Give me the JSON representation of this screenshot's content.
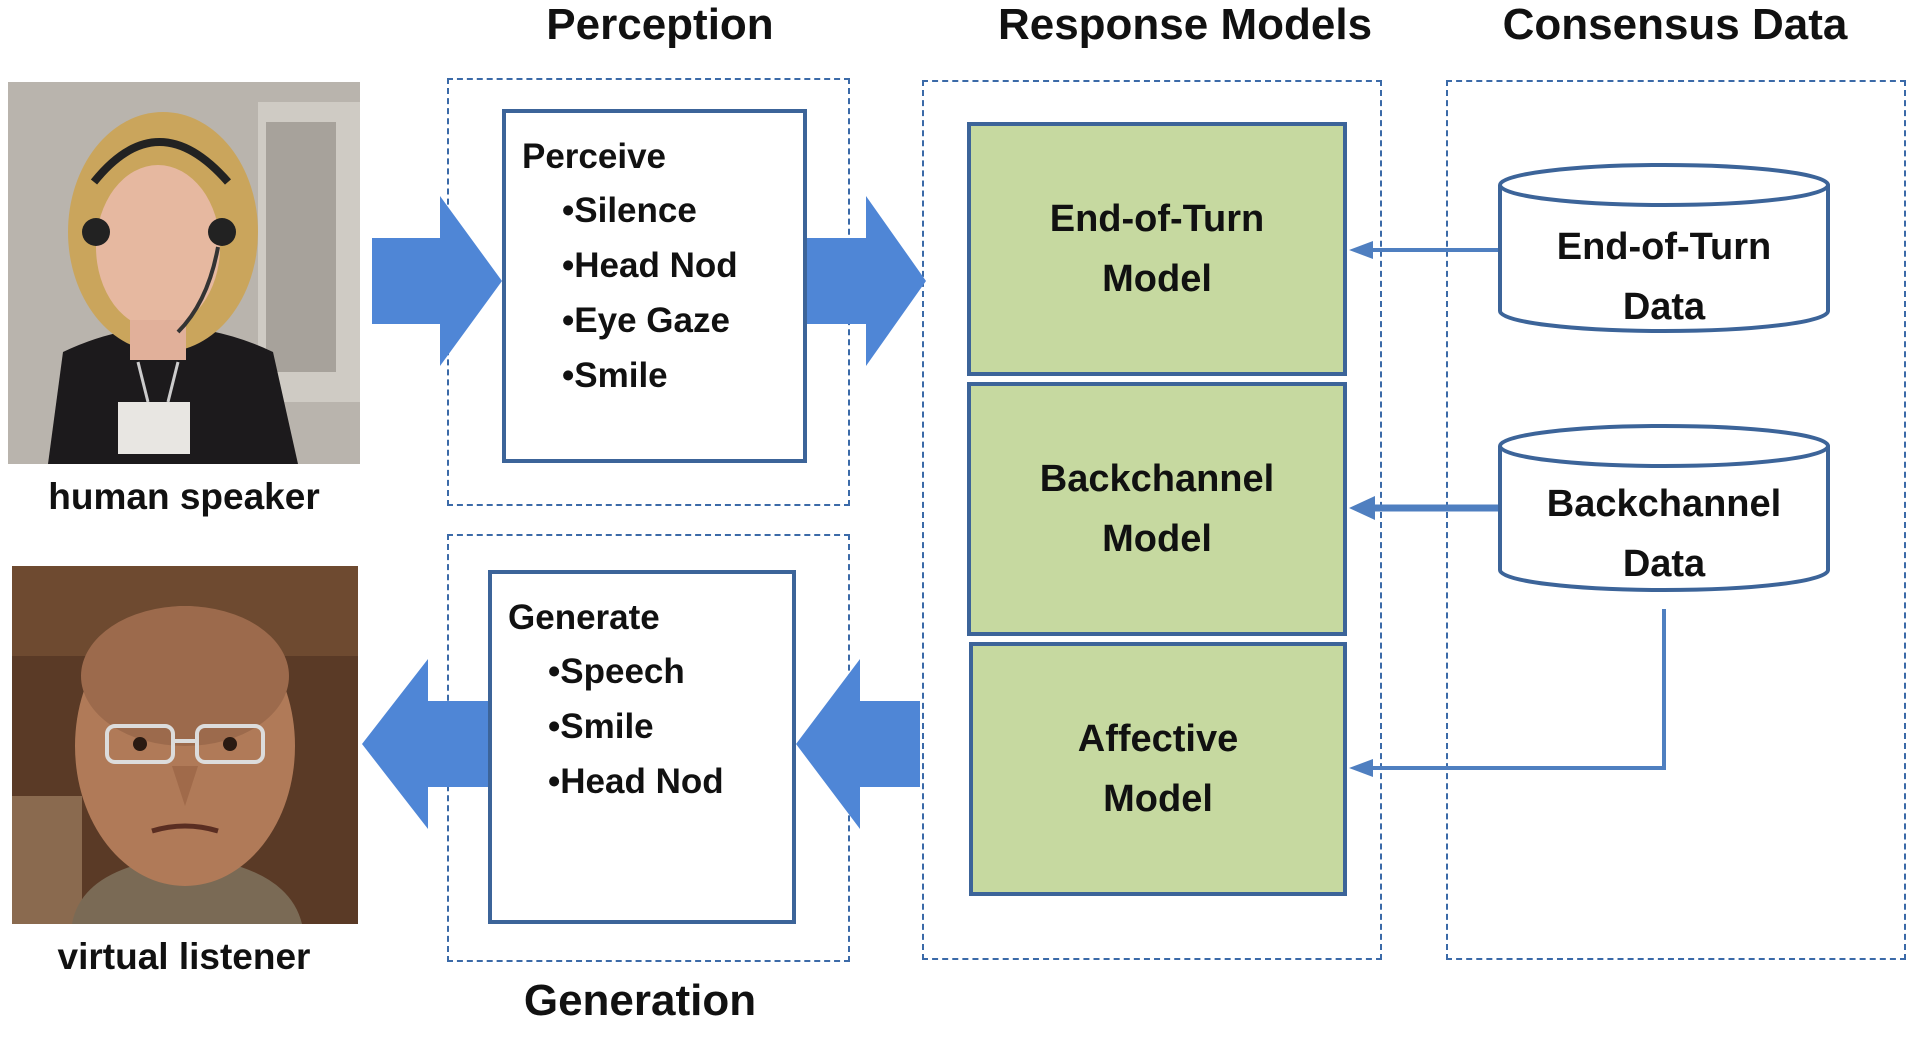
{
  "columns": {
    "perception": "Perception",
    "response_models": "Response Models",
    "consensus_data": "Consensus Data",
    "generation": "Generation"
  },
  "photos": {
    "speaker_caption": "human speaker",
    "listener_caption": "virtual listener"
  },
  "perceive_box": {
    "heading": "Perceive",
    "items": [
      "•Silence",
      "•Head Nod",
      "•Eye Gaze",
      "•Smile"
    ]
  },
  "generate_box": {
    "heading": "Generate",
    "items": [
      "•Speech",
      "•Smile",
      "•Head Nod"
    ]
  },
  "models": {
    "end_of_turn": {
      "line1": "End-of-Turn",
      "line2": "Model"
    },
    "backchannel": {
      "line1": "Backchannel",
      "line2": "Model"
    },
    "affective": {
      "line1": "Affective",
      "line2": "Model"
    }
  },
  "databases": {
    "end_of_turn": {
      "line1": "End-of-Turn",
      "line2": "Data"
    },
    "backchannel": {
      "line1": "Backchannel",
      "line2": "Data"
    }
  },
  "colors": {
    "arrow_fill": "#4f86d6",
    "line_color": "#4f7fc0",
    "box_border": "#3c6499",
    "model_fill": "#c6d9a0",
    "dash_border": "#3b6aa8"
  }
}
